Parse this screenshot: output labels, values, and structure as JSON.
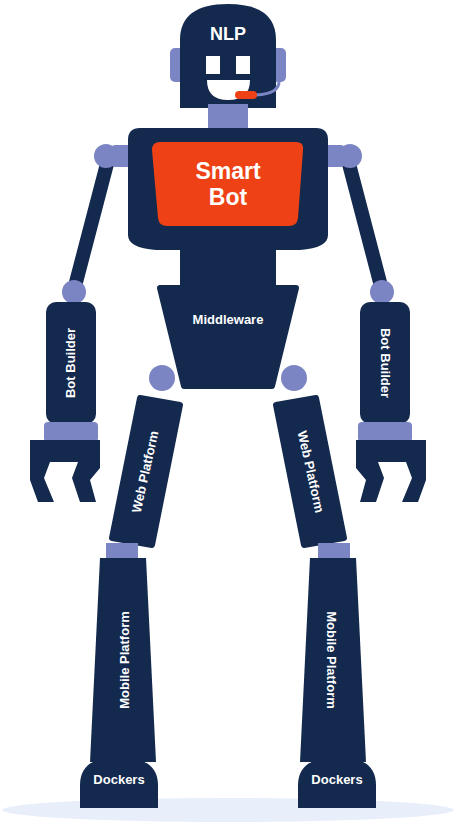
{
  "diagram": {
    "nodes": [
      {
        "text": [
          "NLP"
        ]
      },
      {
        "text": [
          "Smart Bot"
        ]
      },
      {
        "text": [
          "Middleware"
        ]
      },
      {
        "text": [
          "Bot Builder"
        ]
      },
      {
        "text": [
          "Bot Builder"
        ]
      },
      {
        "text": [
          "Web Platform"
        ]
      },
      {
        "text": [
          "Web Platform"
        ]
      },
      {
        "text": [
          "Mobile Platform"
        ]
      },
      {
        "text": [
          "Mobile Platform"
        ]
      },
      {
        "text": [
          "Dockers"
        ]
      },
      {
        "text": [
          "Dockers"
        ]
      }
    ]
  }
}
